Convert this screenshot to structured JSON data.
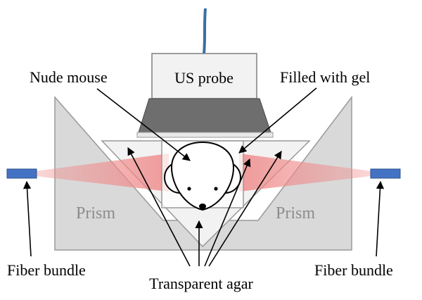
{
  "labels": {
    "us_probe": "US probe",
    "nude_mouse": "Nude mouse",
    "filled_with_gel": "Filled with gel",
    "prism_left": "Prism",
    "prism_right": "Prism",
    "fiber_bundle_left": "Fiber bundle",
    "fiber_bundle_right": "Fiber bundle",
    "transparent_agar": "Transparent agar"
  },
  "colors": {
    "prism_fill": "#d9d9d9",
    "prism_stroke": "#9a9a9a",
    "probe_head": "#6e6e6e",
    "cable": "#3a6fa0",
    "fiber": "#4472c4",
    "light_beam": "#f08a8a",
    "agar_fill": "#f0f0f0"
  }
}
